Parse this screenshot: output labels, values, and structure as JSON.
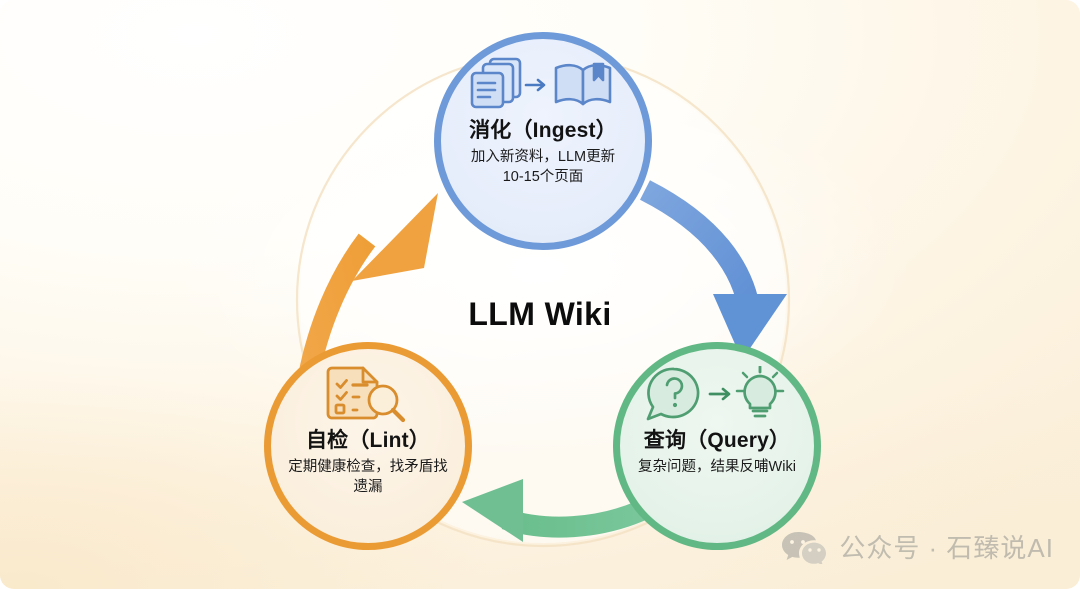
{
  "diagram": {
    "center_title": "LLM Wiki",
    "background_color": "#fdf4e3",
    "nodes": [
      {
        "id": "ingest",
        "title": "消化（Ingest）",
        "subtitle": "加入新资料，LLM更新10-15个页面",
        "color": "#6e9ad9",
        "fill": "#e7eefb",
        "icon_left": "documents-stack-icon",
        "icon_right": "open-book-icon"
      },
      {
        "id": "query",
        "title": "查询（Query）",
        "subtitle": "复杂问题，结果反哺Wiki",
        "color": "#62b884",
        "fill": "#e6f3ea",
        "icon_left": "question-bubble-icon",
        "icon_right": "lightbulb-icon"
      },
      {
        "id": "lint",
        "title": "自检（Lint）",
        "subtitle": "定期健康检查，找矛盾找遗漏",
        "color": "#eb9b34",
        "fill": "#fbf0df",
        "icon_left": "checklist-magnifier-icon",
        "icon_right": ""
      }
    ],
    "arrows": [
      {
        "id": "ingest-to-query",
        "from": "ingest",
        "to": "query",
        "color": "#6e9ad9",
        "direction": "clockwise"
      },
      {
        "id": "query-to-lint",
        "from": "query",
        "to": "lint",
        "color": "#6fbf92",
        "direction": "clockwise"
      },
      {
        "id": "lint-to-ingest",
        "from": "lint",
        "to": "ingest",
        "color": "#f0a240",
        "direction": "clockwise"
      }
    ]
  },
  "watermark": {
    "icon": "wechat-icon",
    "text": "公众号 · 石臻说AI"
  }
}
